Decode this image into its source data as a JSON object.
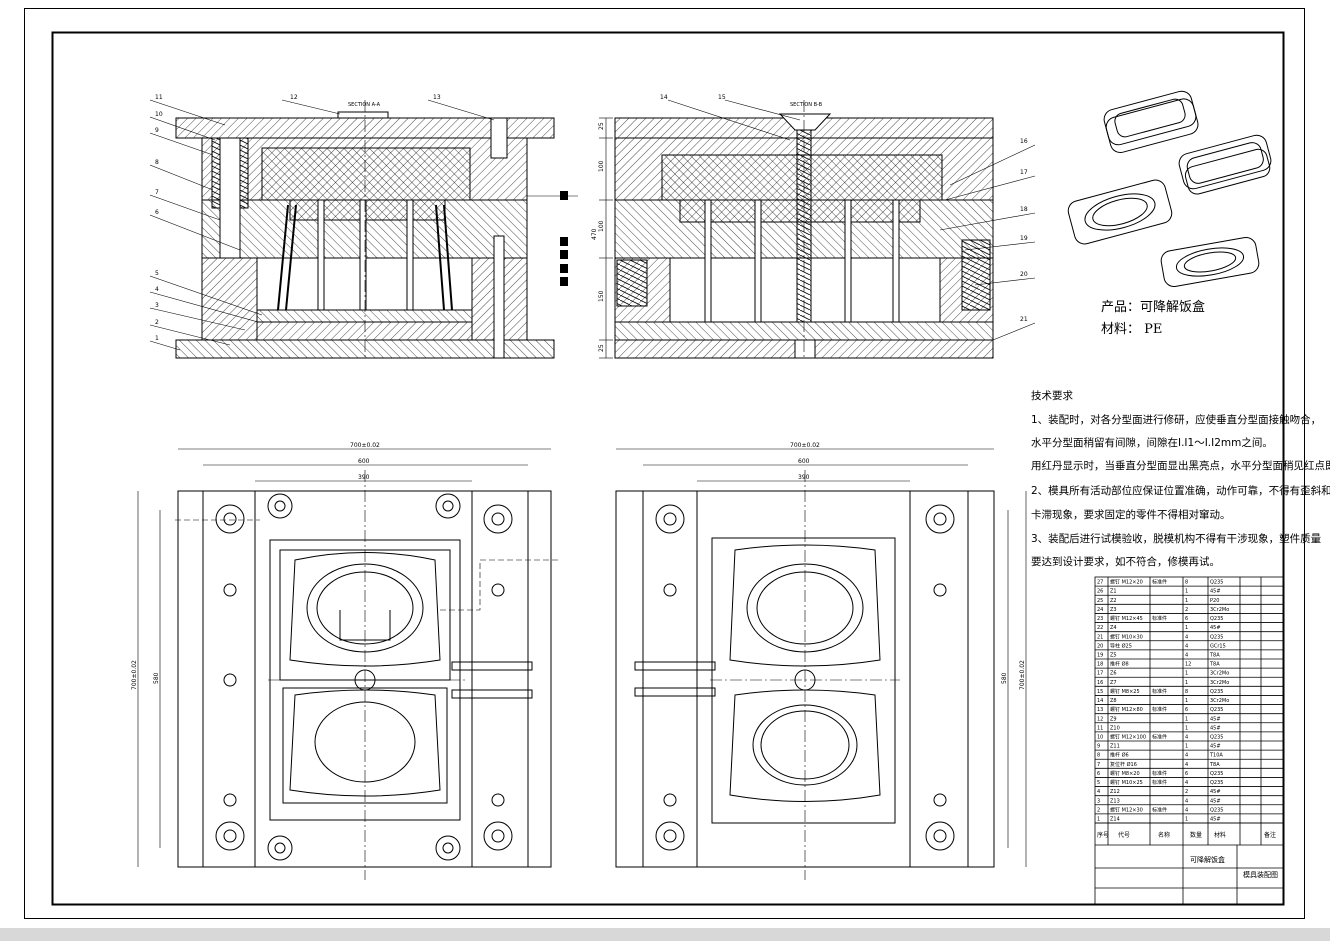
{
  "product": {
    "label": "产品：可降解饭盒",
    "material": "材料：  PE"
  },
  "requirements": {
    "title": "技术要求",
    "lines": [
      "1、装配时，对各分型面进行修研，应使垂直分型面接触吻合，",
      "水平分型面稍留有间隙，间隙在I.I1～I.I2mm之间。",
      "用红丹显示时，当垂直分型面显出黑亮点，水平分型面稍见红点即可。",
      "2、模具所有活动部位应保证位置准确，动作可靠，不得有歪斜和",
      "卡滞现象，要求固定的零件不得相对窜动。",
      "3、装配后进行试模验收，脱模机构不得有干涉现象，塑件质量",
      "要达到设计要求，如不符合，修模再试。"
    ]
  },
  "section_titles": {
    "a": "SECTION A-A",
    "b": "SECTION B-B"
  },
  "balloons_left": [
    "11",
    "10",
    "9",
    "8",
    "7",
    "6",
    "5",
    "4",
    "3",
    "2",
    "1",
    "12",
    "13"
  ],
  "balloons_right": [
    "14",
    "15",
    "16",
    "17",
    "18",
    "19",
    "20",
    "21"
  ],
  "dims": {
    "outer": "700±0.02",
    "inner": "600",
    "center": "390",
    "side_h": "700±0.02",
    "side_inner": "580",
    "h_total": "470",
    "h1": "25",
    "h2": "100",
    "h3": "100",
    "h4": "150",
    "h5": "25"
  },
  "bom": {
    "headers": [
      "序号",
      "代号",
      "名称",
      "数量",
      "材料",
      "",
      "备注"
    ],
    "rows": [
      [
        "27",
        "螺钉 M12×20",
        "标准件",
        "8",
        "Q235",
        ""
      ],
      [
        "26",
        "Z1",
        "",
        "1",
        "45#",
        ""
      ],
      [
        "25",
        "Z2",
        "",
        "1",
        "P20",
        ""
      ],
      [
        "24",
        "Z3",
        "",
        "2",
        "3Cr2Mo",
        ""
      ],
      [
        "23",
        "螺钉 M12×45",
        "标准件",
        "6",
        "Q235",
        ""
      ],
      [
        "22",
        "Z4",
        "",
        "1",
        "45#",
        ""
      ],
      [
        "21",
        "螺钉 M10×30",
        "",
        "4",
        "Q235",
        ""
      ],
      [
        "20",
        "导柱 Ø25",
        "",
        "4",
        "GCr15",
        ""
      ],
      [
        "19",
        "Z5",
        "",
        "4",
        "T8A",
        ""
      ],
      [
        "18",
        "推杆 Ø8",
        "",
        "12",
        "T8A",
        ""
      ],
      [
        "17",
        "Z6",
        "",
        "1",
        "3Cr2Mo",
        ""
      ],
      [
        "16",
        "Z7",
        "",
        "1",
        "3Cr2Mo",
        ""
      ],
      [
        "15",
        "螺钉 M8×25",
        "标准件",
        "8",
        "Q235",
        ""
      ],
      [
        "14",
        "Z8",
        "",
        "1",
        "3Cr2Mo",
        ""
      ],
      [
        "13",
        "螺钉 M12×80",
        "标准件",
        "6",
        "Q235",
        ""
      ],
      [
        "12",
        "Z9",
        "",
        "1",
        "45#",
        ""
      ],
      [
        "11",
        "Z10",
        "",
        "1",
        "45#",
        ""
      ],
      [
        "10",
        "螺钉 M12×100",
        "标准件",
        "4",
        "Q235",
        ""
      ],
      [
        "9",
        "Z11",
        "",
        "1",
        "45#",
        ""
      ],
      [
        "8",
        "推杆 Ø6",
        "",
        "4",
        "T10A",
        ""
      ],
      [
        "7",
        "复位杆 Ø16",
        "",
        "4",
        "T8A",
        ""
      ],
      [
        "6",
        "螺钉 M8×20",
        "标准件",
        "6",
        "Q235",
        ""
      ],
      [
        "5",
        "螺钉 M10×25",
        "标准件",
        "4",
        "Q235",
        ""
      ],
      [
        "4",
        "Z12",
        "",
        "2",
        "45#",
        ""
      ],
      [
        "3",
        "Z13",
        "",
        "4",
        "45#",
        ""
      ],
      [
        "2",
        "螺钉 M12×30",
        "标准件",
        "4",
        "Q235",
        ""
      ],
      [
        "1",
        "Z14",
        "",
        "1",
        "45#",
        ""
      ]
    ]
  },
  "title_block": {
    "part_name": "可降解饭盒",
    "drawing_name": "模具装配图"
  }
}
